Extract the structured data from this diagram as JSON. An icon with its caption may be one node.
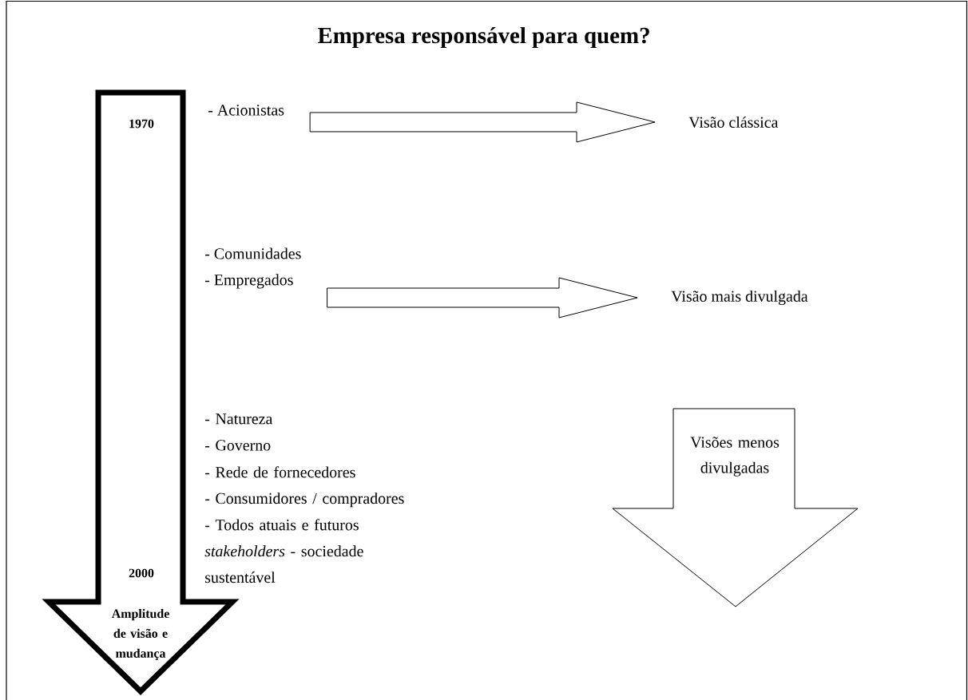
{
  "diagram": {
    "title": "Empresa responsável para quem?",
    "nodes": [
      {
        "text": [
          "1970",
          "2000",
          "Amplitude de visão e mudança"
        ]
      },
      {
        "text": [
          "- Acionistas"
        ]
      },
      {
        "text": [
          "Visão clássica"
        ]
      },
      {
        "text": [
          "- Comunidades",
          "- Empregados"
        ]
      },
      {
        "text": [
          "Visão mais divulgada"
        ]
      },
      {
        "text": [
          "Visões menos divulgadas"
        ]
      }
    ],
    "edges": [
      {
        "from": 1,
        "to": 2,
        "arrow": "to"
      },
      {
        "from": 3,
        "to": 4,
        "arrow": "to"
      }
    ],
    "labels": [
      "- Natureza",
      "- Governo",
      "- Rede de fornecedores",
      "- Consumidores / compradores",
      "- Todos atuais e futuros *stakeholders* - sociedade sustentável"
    ]
  }
}
